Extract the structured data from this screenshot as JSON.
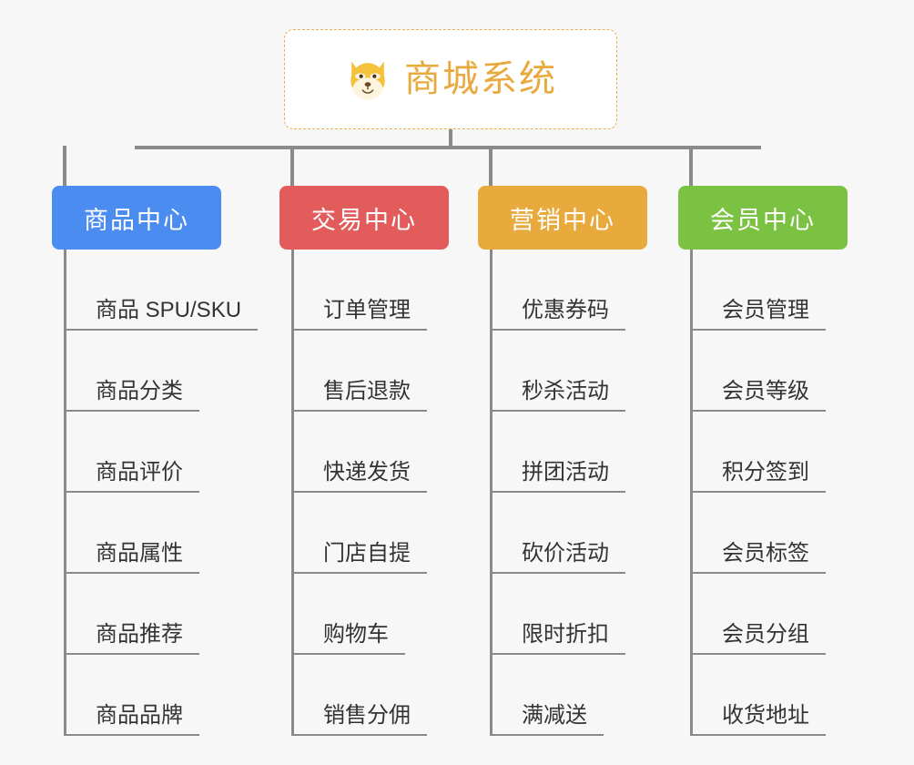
{
  "page": {
    "background_color": "#f7f7f7",
    "connector_color": "#8a8a8a"
  },
  "root": {
    "title": "商城系统",
    "icon": "dog-face-emoji",
    "border_color": "#e8b04a",
    "title_color": "#e8a93d",
    "background_color": "#ffffff"
  },
  "branches": [
    {
      "label": "商品中心",
      "color": "#4a8cf0",
      "items": [
        "商品 SPU/SKU",
        "商品分类",
        "商品评价",
        "商品属性",
        "商品推荐",
        "商品品牌"
      ]
    },
    {
      "label": "交易中心",
      "color": "#e25c5c",
      "items": [
        "订单管理",
        "售后退款",
        "快递发货",
        "门店自提",
        "购物车",
        "销售分佣"
      ]
    },
    {
      "label": "营销中心",
      "color": "#e8a93d",
      "items": [
        "优惠券码",
        "秒杀活动",
        "拼团活动",
        "砍价活动",
        "限时折扣",
        "满减送"
      ]
    },
    {
      "label": "会员中心",
      "color": "#7cc242",
      "items": [
        "会员管理",
        "会员等级",
        "积分签到",
        "会员标签",
        "会员分组",
        "收货地址"
      ]
    }
  ]
}
